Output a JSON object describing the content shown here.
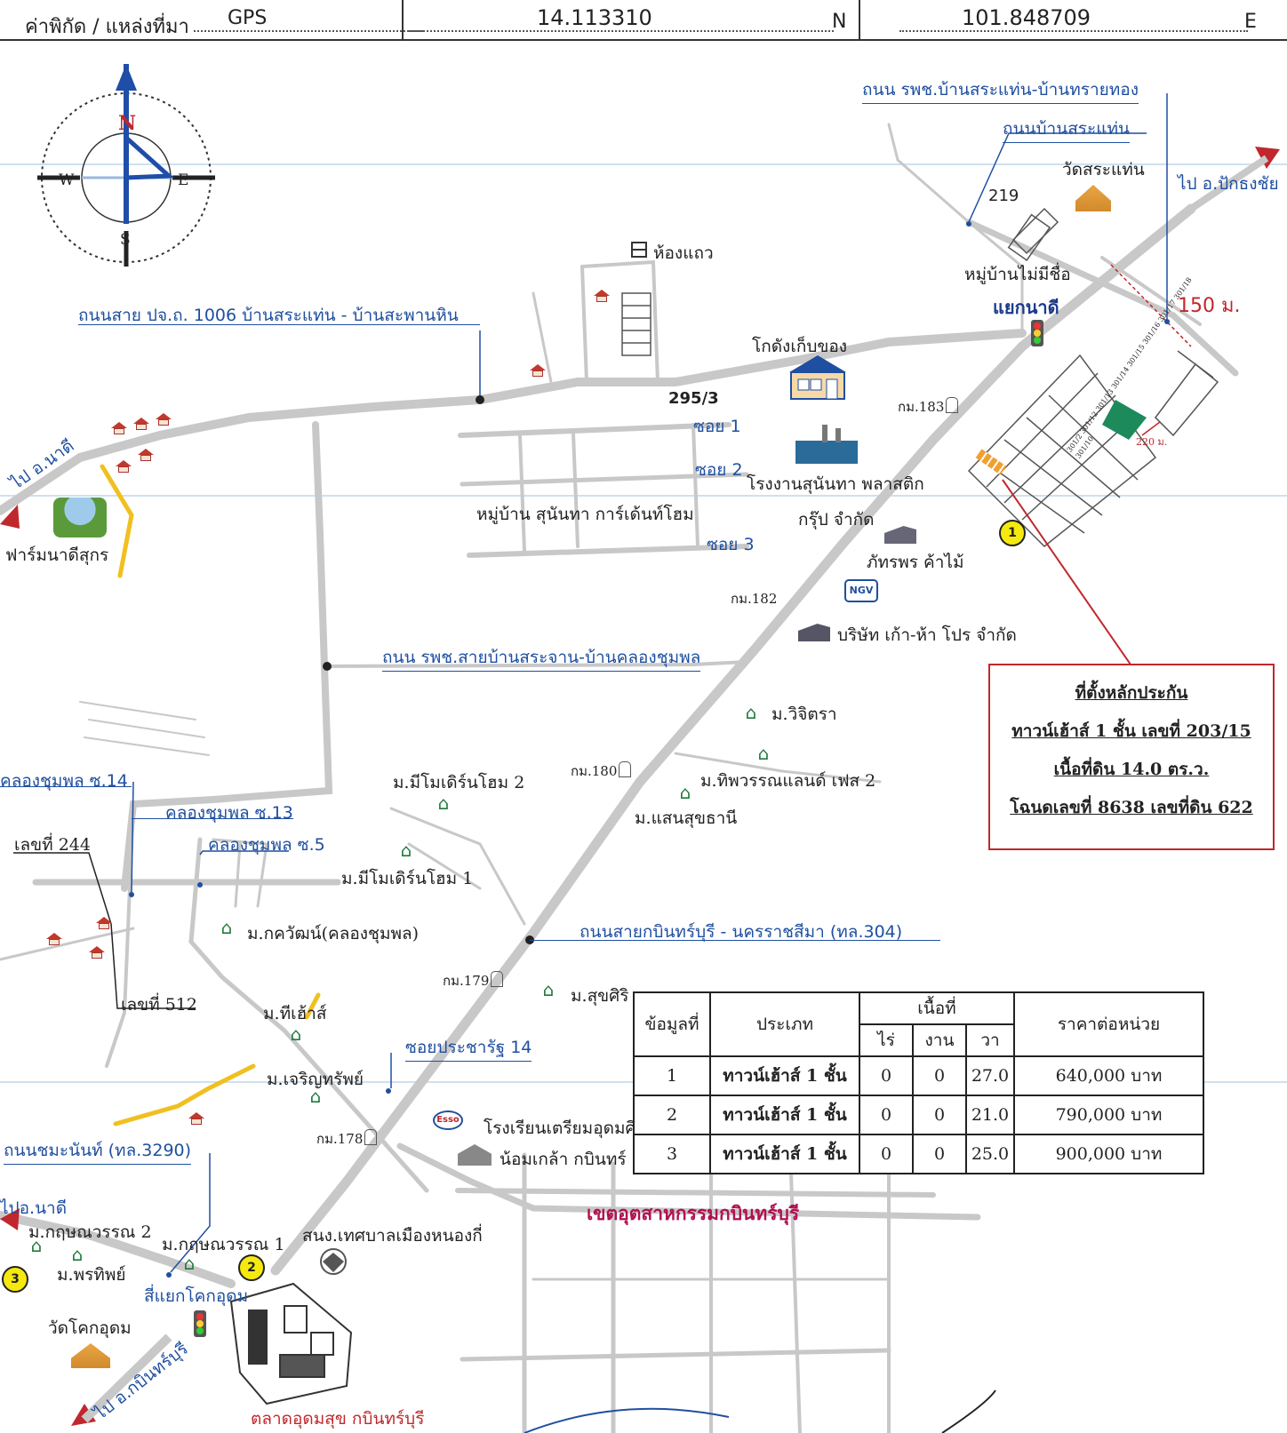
{
  "header": {
    "coord_label": "ค่าพิกัด / แหล่งที่มา",
    "source": "GPS",
    "latitude": "14.113310",
    "lat_suffix": "N",
    "longitude": "101.848709",
    "lon_suffix": "E"
  },
  "compass": {
    "n": "N",
    "s": "S",
    "e": "E",
    "w": "W"
  },
  "colors": {
    "road": "#c8c8c8",
    "label_blue": "#1f4fa0",
    "accent_red": "#c0282d",
    "marker_yellow": "#f5e90f",
    "highlight_road": "#f0c020",
    "industrial_label": "#b01050"
  },
  "labels": {
    "road_top_right": "ถนน รพช.บ้านสระแท่น-บ้านทรายทอง",
    "road_sa_thaen": "ถนนบ้านสระแท่น",
    "wat_sa_thaen": "วัดสระแท่น",
    "to_pak_thong_chai": "ไป อ.ปักธงชัย",
    "no_219": "219",
    "unnamed_village": "หมู่บ้านไม่มีชื่อ",
    "yaek_nadi": "แยกนาดี",
    "dist_150": "150 ม.",
    "dist_220": "220 ม.",
    "row_house": "ห้องแถว",
    "road_1006": "ถนนสาย ปจ.ถ. 1006 บ้านสระแท่น - บ้านสะพานหิน",
    "warehouse": "โกดังเก็บของ",
    "no_295_3": "295/3",
    "soi_1": "ซอย 1",
    "soi_2": "ซอย 2",
    "soi_3": "ซอย 3",
    "km_183": "กม.183",
    "km_182": "กม.182",
    "km_180": "กม.180",
    "km_179": "กม.179",
    "km_178": "กม.178",
    "plastic_factory_1": "โรงงานสุนันทา พลาสติก",
    "plastic_factory_2": "กรุ๊ป จำกัด",
    "sunanta_village": "หมู่บ้าน สุนันทา การ์เด้นท์โฮม",
    "phattaraporn": "ภัทรพร ค้าไม้",
    "kao_ha": "บริษัท เก้า-ห้า โปร จำกัด",
    "to_na_di": "ไป อ.นาดี",
    "farm": "ฟาร์มนาดีสุกร",
    "road_sa_chan": "ถนน รพช.สายบ้านสระจาน-บ้านคลองชุมพล",
    "witchittra": "ม.วิจิตรา",
    "thipphawan": "ม.ทิพวรรณแลนด์ เฟส 2",
    "saensuk": "ม.แสนสุขธานี",
    "mimodern_2": "ม.มีโมเดิร์นโฮม 2",
    "mimodern_1": "ม.มีโมเดิร์นโฮม 1",
    "khlong_14": "คลองชุมพล ซ.14",
    "khlong_13": "คลองชุมพล ซ.13",
    "khlong_5": "คลองชุมพล ซ.5",
    "no_244": "เลขที่ 244",
    "no_512": "เลขที่ 512",
    "kakawat": "ม.กควัฒน์(คลองชุมพล)",
    "road_304": "ถนนสายกบินทร์บุรี - นครราชสีมา (ทล.304)",
    "suksiri": "ม.สุขศิริ",
    "thi_house": "ม.ทีเฮ้าส์",
    "charoen_sap": "ม.เจริญทรัพย์",
    "soi_prachararat": "ซอยประชารัฐ 14",
    "road_3290": "ถนนชมะนันท์ (ทล.3290)",
    "school_1": "โรงเรียนเตรียมอุดมศึ",
    "school_2": "น้อมเกล้า กบินทร์",
    "industrial": "เขตอุตสาหกรรมกบินทร์บุรี",
    "to_nadi_sw": "ไปอ.นาดี",
    "krisanawan_2": "ม.กฤษณวรรณ 2",
    "krisanawan_1": "ม.กฤษณวรรณ 1",
    "phonthip": "ม.พรทิพย์",
    "municipality": "สนง.เทศบาลเมืองหนองกี่",
    "khok_udom_junction": "สี่แยกโคกอุดม",
    "wat_khok_udom": "วัดโคกอุดม",
    "to_kabin": "ไป อ.กบินทร์บุรี",
    "market": "ตลาดอุดมสุข กบินทร์บุรี",
    "esso": "Esso",
    "ngv": "NGV"
  },
  "markers": {
    "m1": "1",
    "m2": "2",
    "m3": "3"
  },
  "plot_labels": [
    "301/2",
    "301/12",
    "301/13",
    "301/14",
    "301/15",
    "301/16",
    "301/17",
    "301/18",
    "301/10"
  ],
  "info_box": {
    "line1": "ที่ตั้งหลักประกัน",
    "line2": "ทาวน์เฮ้าส์ 1 ชั้น  เลขที่ 203/15",
    "line3": "เนื้อที่ดิน 14.0 ตร.ว.",
    "line4": "โฉนดเลขที่ 8638 เลขที่ดิน 622"
  },
  "table": {
    "headers": {
      "no": "ข้อมูลที่",
      "type": "ประเภท",
      "area": "เนื้อที่",
      "rai": "ไร่",
      "ngan": "งาน",
      "wa": "วา",
      "price": "ราคาต่อหน่วย"
    },
    "rows": [
      {
        "no": "1",
        "type": "ทาวน์เฮ้าส์ 1 ชั้น",
        "rai": "0",
        "ngan": "0",
        "wa": "27.0",
        "price": "640,000 บาท"
      },
      {
        "no": "2",
        "type": "ทาวน์เฮ้าส์ 1 ชั้น",
        "rai": "0",
        "ngan": "0",
        "wa": "21.0",
        "price": "790,000 บาท"
      },
      {
        "no": "3",
        "type": "ทาวน์เฮ้าส์ 1 ชั้น",
        "rai": "0",
        "ngan": "0",
        "wa": "25.0",
        "price": "900,000 บาท"
      }
    ]
  }
}
